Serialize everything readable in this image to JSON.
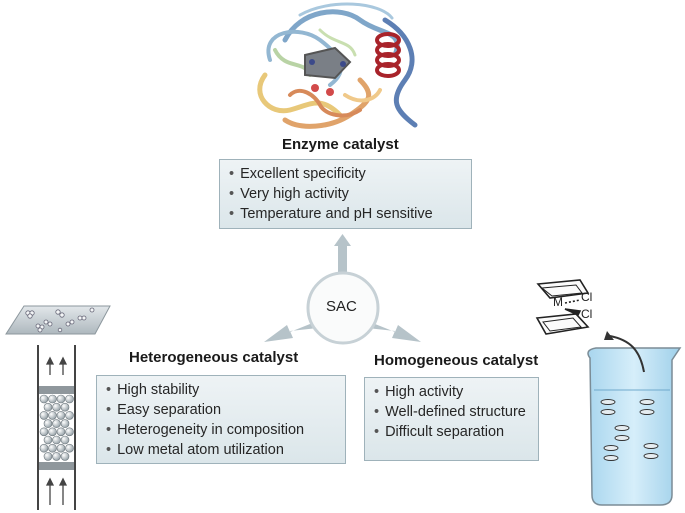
{
  "center": {
    "label": "SAC"
  },
  "enzyme": {
    "title": "Enzyme catalyst",
    "points": [
      "Excellent specificity",
      "Very high activity",
      "Temperature and pH sensitive"
    ]
  },
  "heterogeneous": {
    "title": "Heterogeneous catalyst",
    "points": [
      "High stability",
      "Easy separation",
      "Heterogeneity in composition",
      "Low metal atom utilization"
    ]
  },
  "homogeneous": {
    "title": "Homogeneous catalyst",
    "points": [
      "High activity",
      "Well-defined structure",
      "Difficult separation"
    ]
  },
  "complex": {
    "metal": "M",
    "ligand1": "Cl",
    "ligand2": "Cl"
  }
}
